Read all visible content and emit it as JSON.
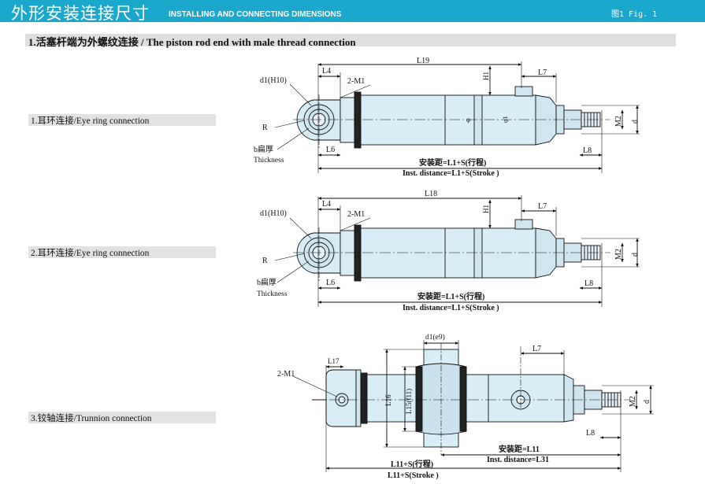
{
  "header": {
    "title_zh": "外形安装连接尺寸",
    "title_en": "INSTALLING AND CONNECTING DIMENSIONS",
    "figure": "图1  Fig. 1"
  },
  "section": {
    "title": "1.活塞杆端为外螺纹连接 / The piston rod end with male thread connection"
  },
  "connections": [
    {
      "label": "1.耳环连接/Eye ring connection"
    },
    {
      "label": "2.耳环连接/Eye ring connection"
    },
    {
      "label": "3.铰轴连接/Trunnion connection"
    }
  ],
  "diagram1": {
    "L19": "L19",
    "L4": "L4",
    "M1": "2-M1",
    "d1": "d1(H10)",
    "H1": "H1",
    "L7": "L7",
    "R": "R",
    "b": "b扁厚",
    "thick": "Thickness",
    "L6": "L6",
    "phi": "φ",
    "phiD": "φ1",
    "M2": "M2",
    "d": "d",
    "L8": "L8",
    "inst_zh": "安装距=L1+S(行程)",
    "inst_en": "Inst. distance=L1+S(Stroke )"
  },
  "diagram2": {
    "L18": "L18",
    "L4": "L4",
    "M1": "2-M1",
    "d1": "d1(H10)",
    "H1": "H1",
    "L7": "L7",
    "R": "R",
    "b": "b扁厚",
    "thick": "Thickness",
    "L6": "L6",
    "M2": "M2",
    "d": "d",
    "L8": "L8",
    "inst_zh": "安装距=L1+S(行程)",
    "inst_en": "Inst. distance=L1+S(Stroke )"
  },
  "diagram3": {
    "d1": "d1(e9)",
    "M1": "2-M1",
    "L17": "L17",
    "L7": "L7",
    "L16": "L16",
    "L15": "L15(f11)",
    "M2": "M2",
    "d": "d",
    "L8": "L8",
    "inst_zh": "安装距=L11",
    "inst_en": "Inst. distance=L31",
    "total_zh": "L11+S(行程)",
    "total_en": "L11+S(Stroke )"
  }
}
